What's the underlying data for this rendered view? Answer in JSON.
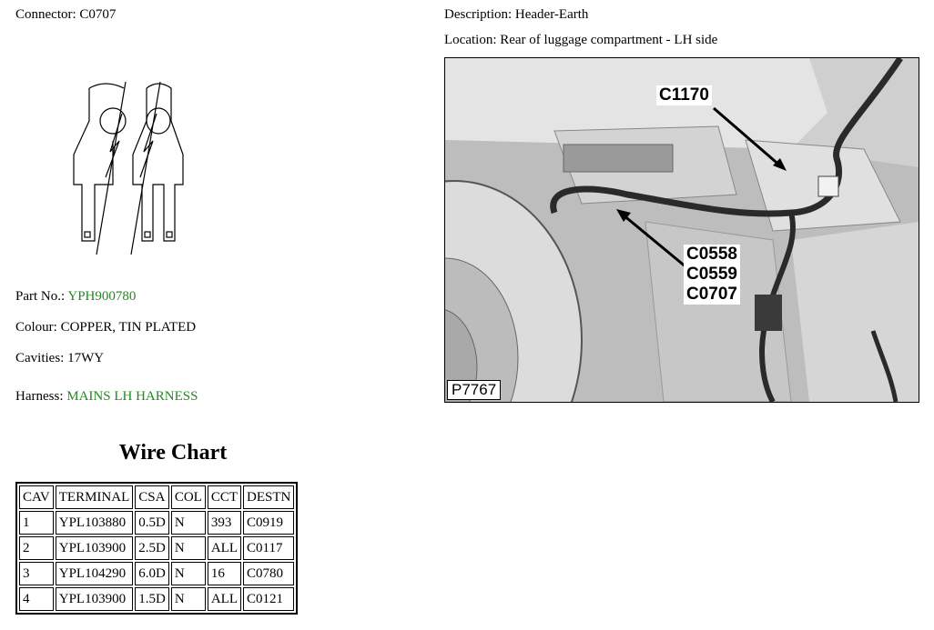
{
  "connector": {
    "label": "Connector:",
    "value": "C0707"
  },
  "description": {
    "label": "Description:",
    "value": "Header-Earth"
  },
  "location": {
    "label": "Location:",
    "value": "Rear of luggage compartment - LH side"
  },
  "part_no": {
    "label": "Part No.:",
    "value": "YPH900780"
  },
  "colour": {
    "label": "Colour:",
    "value": "COPPER, TIN PLATED"
  },
  "cavities": {
    "label": "Cavities:",
    "value": "17WY"
  },
  "harness": {
    "label": "Harness:",
    "value": "MAINS LH HARNESS"
  },
  "wire_chart": {
    "title": "Wire Chart",
    "headers": [
      "CAV",
      "TERMINAL",
      "CSA",
      "COL",
      "CCT",
      "DESTN"
    ],
    "rows": [
      [
        "1",
        "YPL103880",
        "0.5D",
        "N",
        "393",
        "C0919"
      ],
      [
        "2",
        "YPL103900",
        "2.5D",
        "N",
        "ALL",
        "C0117"
      ],
      [
        "3",
        "YPL104290",
        "6.0D",
        "N",
        "16",
        "C0780"
      ],
      [
        "4",
        "YPL103900",
        "1.5D",
        "N",
        "ALL",
        "C0121"
      ]
    ]
  },
  "photo": {
    "callouts": [
      "C1170",
      "C0558",
      "C0559",
      "C0707"
    ],
    "ref": "P7767"
  },
  "colors": {
    "link_green": "#1f8a1f"
  }
}
